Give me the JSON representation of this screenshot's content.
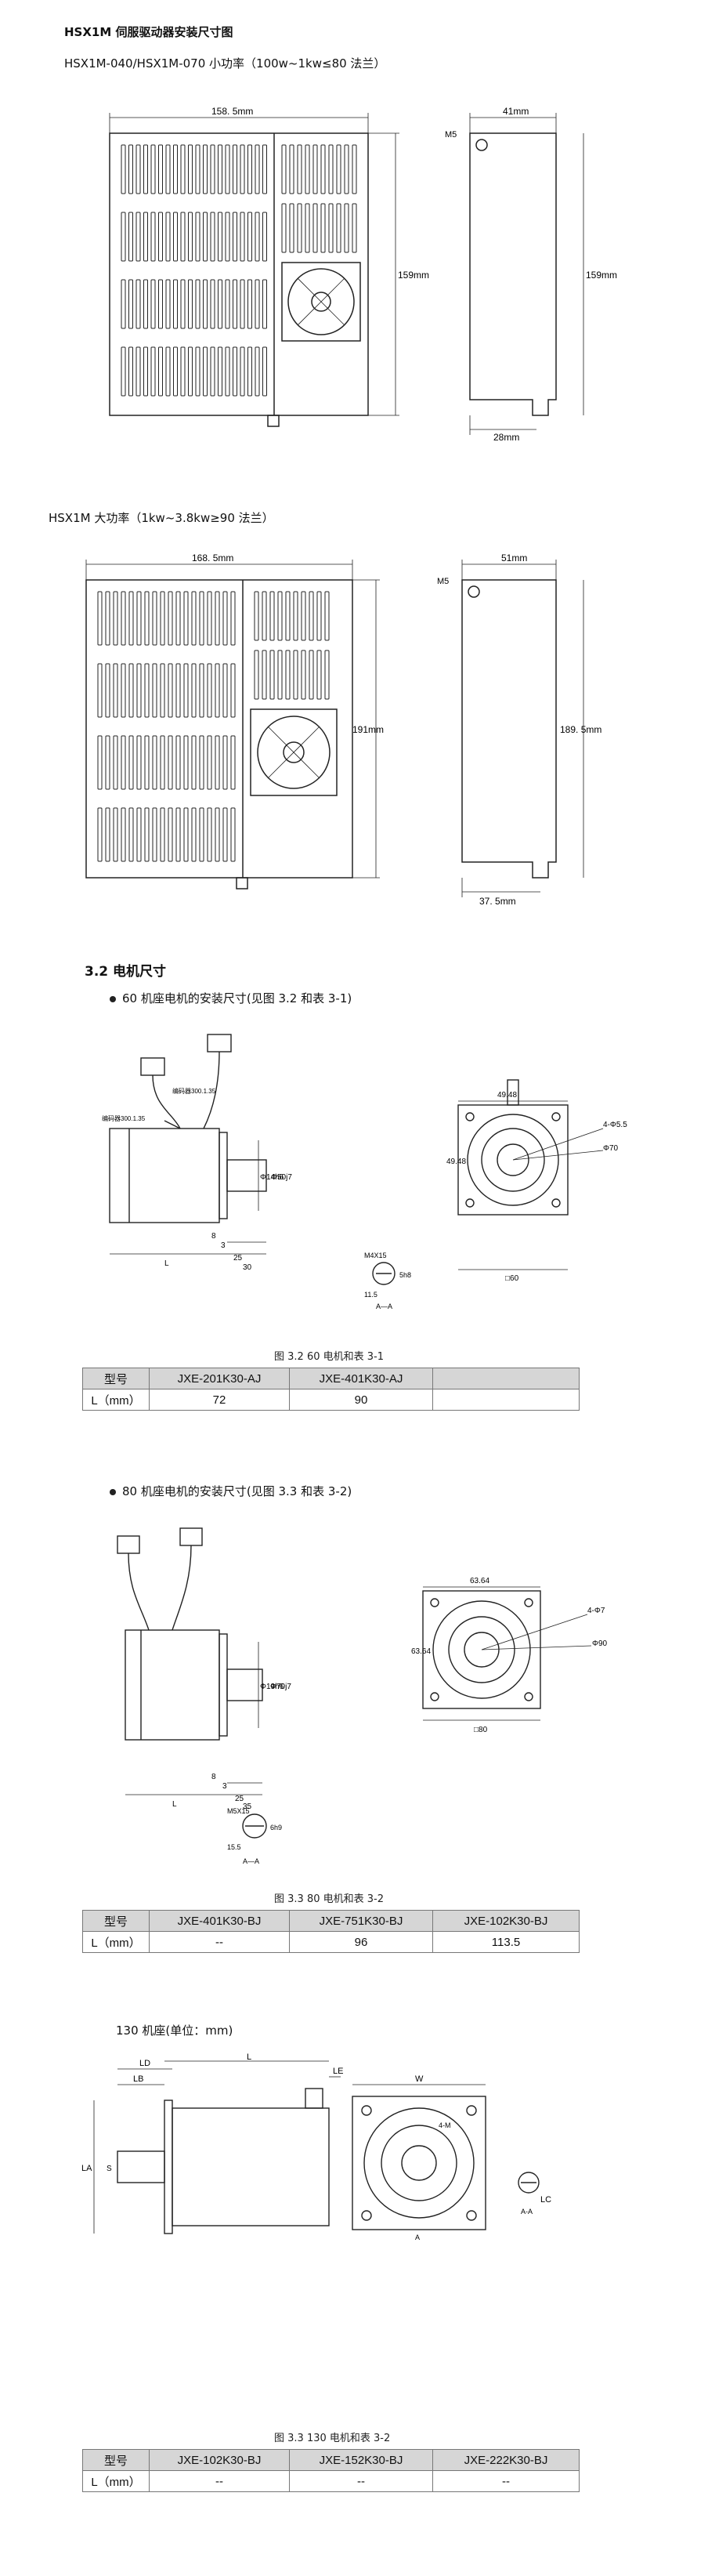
{
  "drive": {
    "title": "HSX1M 伺服驱动器安装尺寸图",
    "small": {
      "label": "HSX1M-040/HSX1M-070 小功率（100w~1kw≤80 法兰）",
      "dims": {
        "width": "158. 5mm",
        "height": "159mm",
        "depth": "41mm",
        "side_height": "159mm",
        "bottom": "28mm",
        "hole": "M5"
      }
    },
    "large": {
      "label": "HSX1M 大功率（1kw~3.8kw≥90 法兰）",
      "dims": {
        "width": "168. 5mm",
        "height": "191mm",
        "depth": "51mm",
        "side_height": "189. 5mm",
        "bottom": "37. 5mm",
        "hole": "M5"
      }
    }
  },
  "motor": {
    "section_title": "3.2  电机尺寸",
    "m60": {
      "label": "60 机座电机的安装尺寸(见图 3.2 和表 3-1)",
      "caption": "图 3.2  60 电机和表 3-1",
      "dims": {
        "d1": "49.48",
        "d2": "4-Φ5.5",
        "d3": "Φ70",
        "d4": "49.48",
        "d5": "□60",
        "shaft1": "Φ14h6",
        "shaft2": "Φ50j7",
        "l1": "25",
        "l2": "3",
        "l3": "30",
        "l4": "8",
        "l5": "L",
        "key": "M4X15",
        "key2": "11.5",
        "key3": "5h8",
        "aa": "A—A",
        "enc": "编码器300.1.35",
        "pwr": "编码器300.1.35"
      },
      "table": {
        "header": [
          "型号",
          "JXE-201K30-AJ",
          "JXE-401K30-AJ",
          ""
        ],
        "row": [
          "L（mm）",
          "72",
          "90",
          ""
        ]
      }
    },
    "m80": {
      "label": "80 机座电机的安装尺寸(见图 3.3 和表 3-2)",
      "caption": "图 3.3   80 电机和表 3-2",
      "dims": {
        "d1": "63.64",
        "d2": "4-Φ7",
        "d3": "Φ90",
        "d4": "63.64",
        "d5": "□80",
        "shaft1": "Φ19h6",
        "shaft2": "Φ70j7",
        "l1": "25",
        "l2": "3",
        "l3": "35",
        "l4": "8",
        "l5": "L",
        "key": "M5X15",
        "key2": "15.5",
        "key3": "6h9",
        "aa": "A—A"
      },
      "table": {
        "header": [
          "型号",
          "JXE-401K30-BJ",
          "JXE-751K30-BJ",
          "JXE-102K30-BJ"
        ],
        "row": [
          "L（mm）",
          "--",
          "96",
          "113.5"
        ]
      }
    },
    "m130": {
      "label": "130 机座(单位：mm)",
      "caption": "图 3.3   130 电机和表 3-2",
      "dims": {
        "ld": "LD",
        "lb": "LB",
        "l": "L",
        "le": "LE",
        "w": "W",
        "la": "LA",
        "s": "S",
        "lc": "LC",
        "am": "4-M",
        "a": "A",
        "aa": "A-A"
      },
      "table": {
        "header": [
          "型号",
          "JXE-102K30-BJ",
          "JXE-152K30-BJ",
          "JXE-222K30-BJ"
        ],
        "row": [
          "L（mm）",
          "--",
          "--",
          "--"
        ]
      }
    }
  },
  "colors": {
    "line": "#222222",
    "table_head": "#d6d6d6"
  }
}
